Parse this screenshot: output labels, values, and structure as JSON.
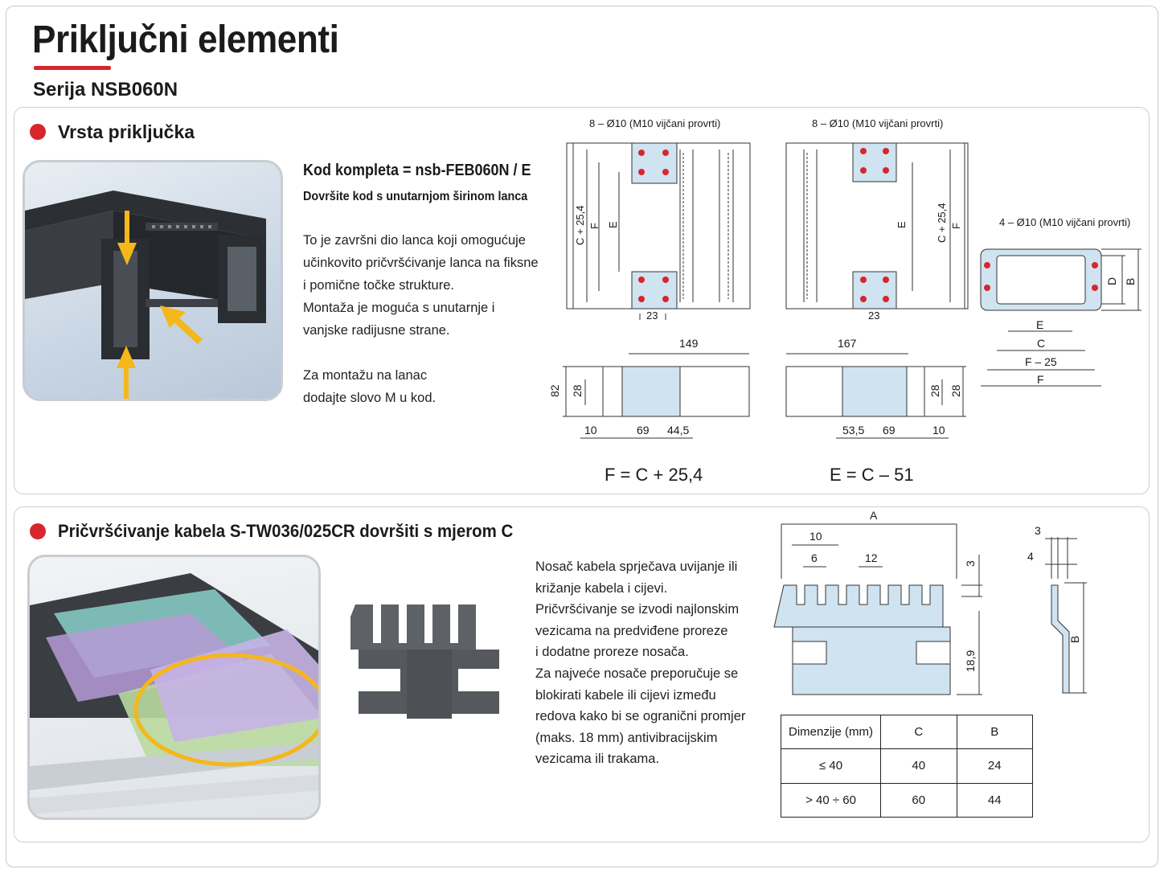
{
  "header": {
    "title": "Priključni elementi",
    "subtitle": "Serija NSB060N"
  },
  "section1": {
    "heading": "Vrsta priključka",
    "kod_label": "Kod kompleta = nsb-FEB060N / E",
    "kod_sub": "Dovršite kod s unutarnjom širinom lanca",
    "description": [
      "To je završni dio lanca koji omogućuje",
      "učinkovito pričvršćivanje lanca na fiksne",
      "i pomične točke strukture.",
      "Montaža je moguća s unutarnje i",
      "vanjske radijusne strane."
    ],
    "montaza": [
      "Za montažu na lanac",
      "dodajte slovo M u kod."
    ],
    "drawing_left": {
      "holes": "8 – Ø10 (M10 vijčani provrti)",
      "dim_c254": "C + 25,4",
      "dim_f": "F",
      "dim_e": "E",
      "dim_23": "23",
      "dim_149": "149",
      "dim_82": "82",
      "dim_28": "28",
      "dim_10": "10",
      "dim_69": "69",
      "dim_445": "44,5",
      "formula": "F = C + 25,4"
    },
    "drawing_right": {
      "holes": "8 – Ø10 (M10 vijčani provrti)",
      "dim_e": "E",
      "dim_c254": "C + 25,4",
      "dim_f": "F",
      "dim_23": "23",
      "dim_167": "167",
      "dim_28a": "28",
      "dim_28b": "28",
      "dim_535": "53,5",
      "dim_69": "69",
      "dim_10": "10",
      "formula": "E = C – 51"
    },
    "drawing_front": {
      "holes": "4 – Ø10 (M10 vijčani provrti)",
      "dim_d": "D",
      "dim_b": "B",
      "dim_e": "E",
      "dim_c": "C",
      "dim_f25": "F – 25",
      "dim_f": "F"
    }
  },
  "section2": {
    "heading": "Pričvršćivanje kabela S-TW036/025CR dovršiti s mjerom C",
    "description": [
      "Nosač kabela sprječava uvijanje ili",
      "križanje kabela i cijevi.",
      "Pričvršćivanje se izvodi najlonskim",
      "vezicama na predviđene proreze",
      "i dodatne proreze nosača.",
      "Za najveće nosače preporučuje se",
      "blokirati kabele ili cijevi između",
      "redova kako bi se ogranični promjer",
      "(maks. 18 mm) antivibracijskim",
      "vezicama ili trakama."
    ],
    "drawing": {
      "dim_a": "A",
      "dim_10": "10",
      "dim_6": "6",
      "dim_12": "12",
      "dim_3": "3",
      "dim_189": "18,9",
      "dim_3s": "3",
      "dim_4": "4",
      "dim_b": "B"
    },
    "table": {
      "headers": [
        "Dimenzije (mm)",
        "C",
        "B"
      ],
      "rows": [
        [
          "≤ 40",
          "40",
          "24"
        ],
        [
          "> 40 ÷ 60",
          "60",
          "44"
        ]
      ]
    }
  },
  "colors": {
    "accent_red": "#d7262d",
    "part_blue": "#cfe3f1",
    "arrow_yellow": "#f5b71a"
  }
}
